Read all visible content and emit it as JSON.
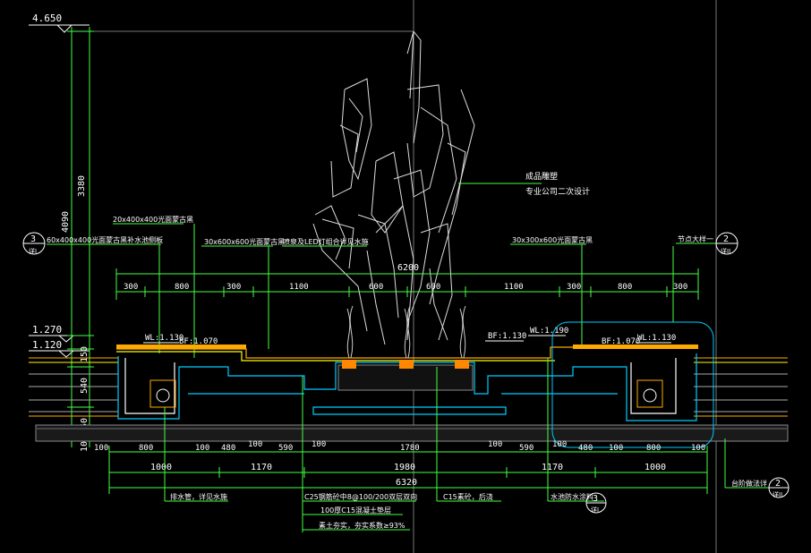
{
  "elevations": {
    "top": "4.650",
    "mid1": "1.270",
    "mid2": "1.120"
  },
  "vertical_dims": {
    "total": "4090",
    "upper": "3380",
    "a": "150",
    "b": "540",
    "c": "350",
    "d": "100"
  },
  "labels": {
    "sculpture_line1": "成品雕塑",
    "sculpture_line2": "专业公司二次设计",
    "stone_cap": "20x400x400光面蒙古黑",
    "edge_left": "60x400x400光面蒙古黑补水池侧板",
    "paving_left": "30x600x600光面蒙古黑",
    "fountain": "喷泉及LED灯组合详见水施",
    "paving_right": "30x300x600光面蒙古黑",
    "detail_right": "节点大样一",
    "drain": "排水管，详见水施",
    "slab": "C25钢筋砼中8@100/200双层双向",
    "base": "100厚C15混凝土垫层",
    "soil": "素土夯实，夯实系数≥93%",
    "c15": "C15素砼，后浇",
    "overflow": "水池防水涂料",
    "step": "台阶做法详"
  },
  "water_levels": {
    "wl_left": "WL:1.130",
    "bf_left": "BF:1.070",
    "bf_mid": "BF:1.130",
    "wl_mid": "WL:1.190",
    "bf_right": "BF:1.070",
    "wl_right": "WL:1.130"
  },
  "top_dims": {
    "total": "6200",
    "segments": [
      "300",
      "800",
      "300",
      "1100",
      "600",
      "600",
      "1100",
      "300",
      "800",
      "300"
    ]
  },
  "bottom_dims": {
    "row1": [
      "100",
      "800",
      "100",
      "480",
      "100",
      "590",
      "100",
      "1780",
      "100",
      "590",
      "100",
      "480",
      "100",
      "800",
      "100"
    ],
    "row2": [
      "1000",
      "1170",
      "1980",
      "1170",
      "1000"
    ],
    "total": "6320"
  },
  "callouts": {
    "left_num": "3",
    "left_sheet": "详I",
    "right_num": "2",
    "right_sheet": "详II",
    "bottom_num": "3",
    "bottom_sheet": "详I",
    "step_num": "2",
    "step_sheet": "详II"
  }
}
